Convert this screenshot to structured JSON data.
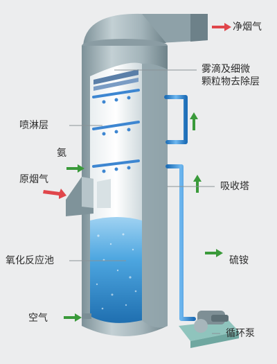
{
  "labels": {
    "clean_gas": "净烟气",
    "demister_line1": "雾滴及细微",
    "demister_line2": "颗粒物去除层",
    "spray_layer": "喷淋层",
    "ammonia": "氨",
    "raw_gas": "原烟气",
    "absorber": "吸收塔",
    "oxidation_tank": "氧化反应池",
    "ammonium_sulfate": "硫铵",
    "air": "空气",
    "circulation_pump": "循环泵"
  },
  "colors": {
    "tower_steel": "#9fb0b6",
    "liquid": "#3f9bd6",
    "pipe": "#2f86d0",
    "arrow_red": "#e0464b",
    "arrow_green": "#3a9a3a",
    "pump": "#6fa7a0"
  }
}
